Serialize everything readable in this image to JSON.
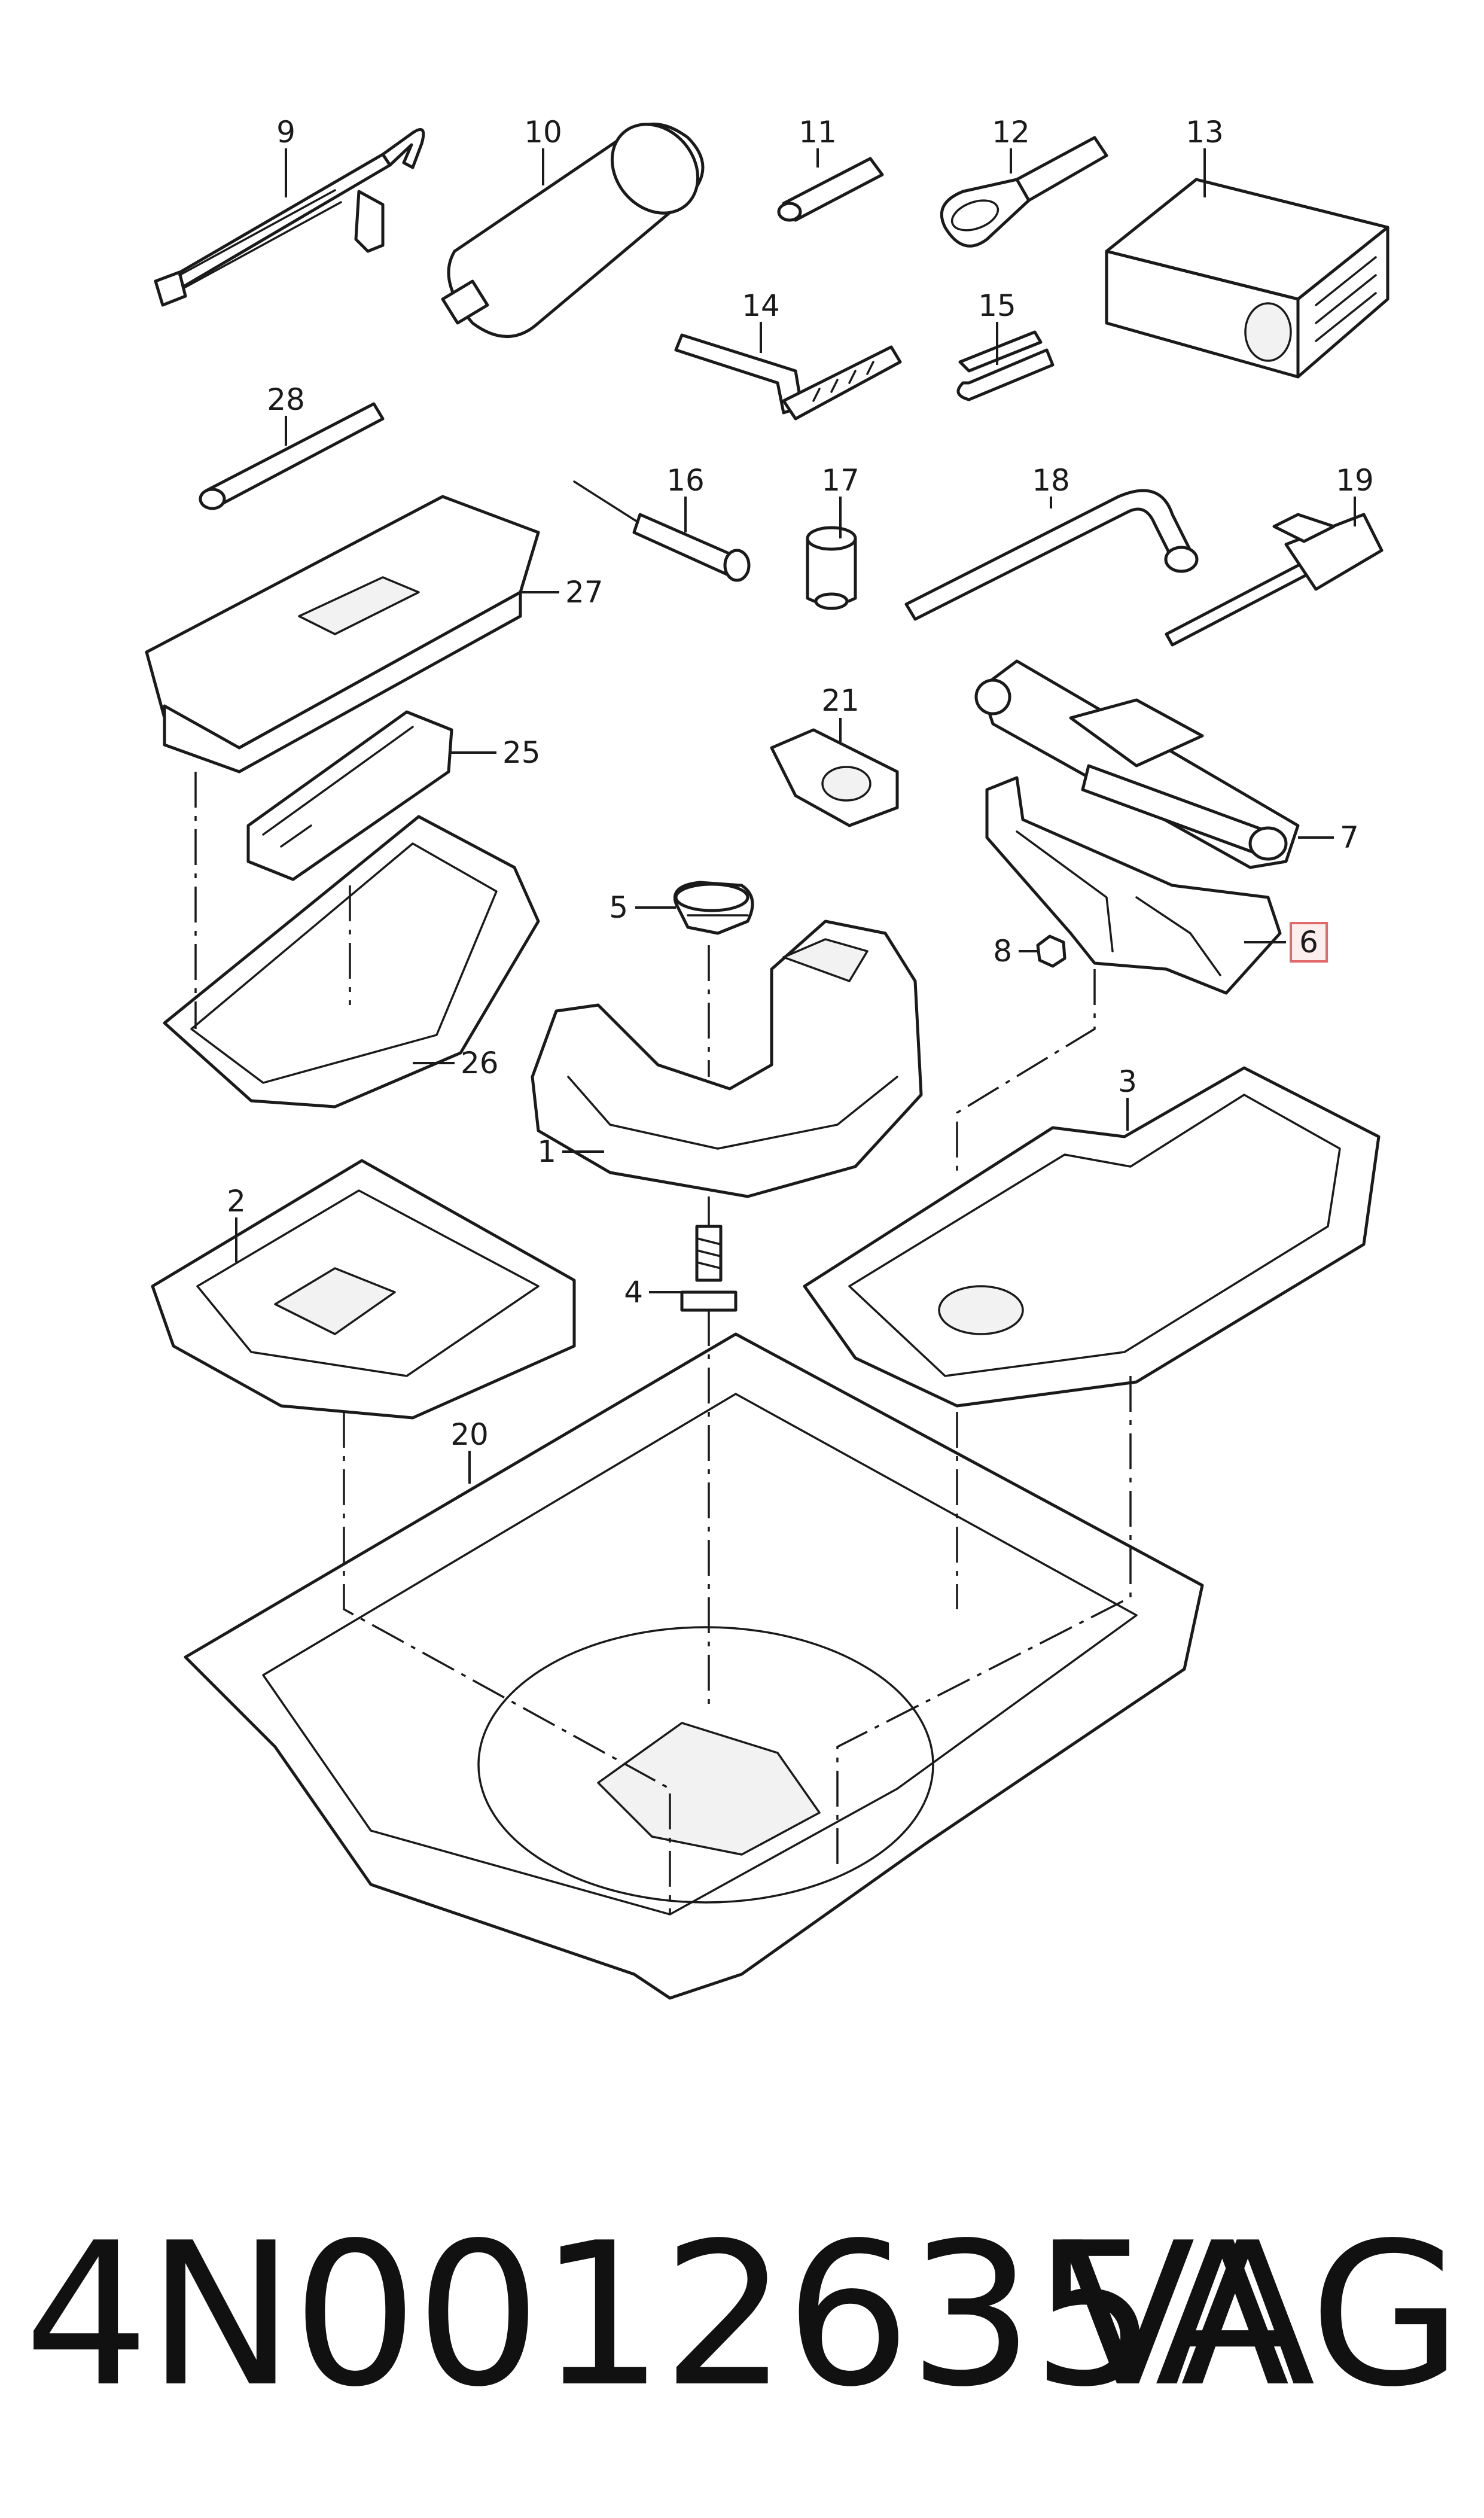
{
  "diagram": {
    "callouts": [
      {
        "id": "1",
        "label": "1"
      },
      {
        "id": "2",
        "label": "2"
      },
      {
        "id": "3",
        "label": "3"
      },
      {
        "id": "4",
        "label": "4"
      },
      {
        "id": "5",
        "label": "5"
      },
      {
        "id": "6",
        "label": "6",
        "highlighted": true
      },
      {
        "id": "7",
        "label": "7"
      },
      {
        "id": "8",
        "label": "8"
      },
      {
        "id": "9",
        "label": "9"
      },
      {
        "id": "10",
        "label": "10"
      },
      {
        "id": "11",
        "label": "11"
      },
      {
        "id": "12",
        "label": "12"
      },
      {
        "id": "13",
        "label": "13"
      },
      {
        "id": "14",
        "label": "14"
      },
      {
        "id": "15",
        "label": "15"
      },
      {
        "id": "16",
        "label": "16"
      },
      {
        "id": "17",
        "label": "17"
      },
      {
        "id": "18",
        "label": "18"
      },
      {
        "id": "19",
        "label": "19"
      },
      {
        "id": "20",
        "label": "20"
      },
      {
        "id": "21",
        "label": "21"
      },
      {
        "id": "25",
        "label": "25"
      },
      {
        "id": "26",
        "label": "26"
      },
      {
        "id": "27",
        "label": "27"
      },
      {
        "id": "28",
        "label": "28"
      }
    ],
    "highlight_color": "#e06a6a"
  },
  "footer": {
    "part_number": "4N0012635A",
    "brand": "VAG"
  }
}
